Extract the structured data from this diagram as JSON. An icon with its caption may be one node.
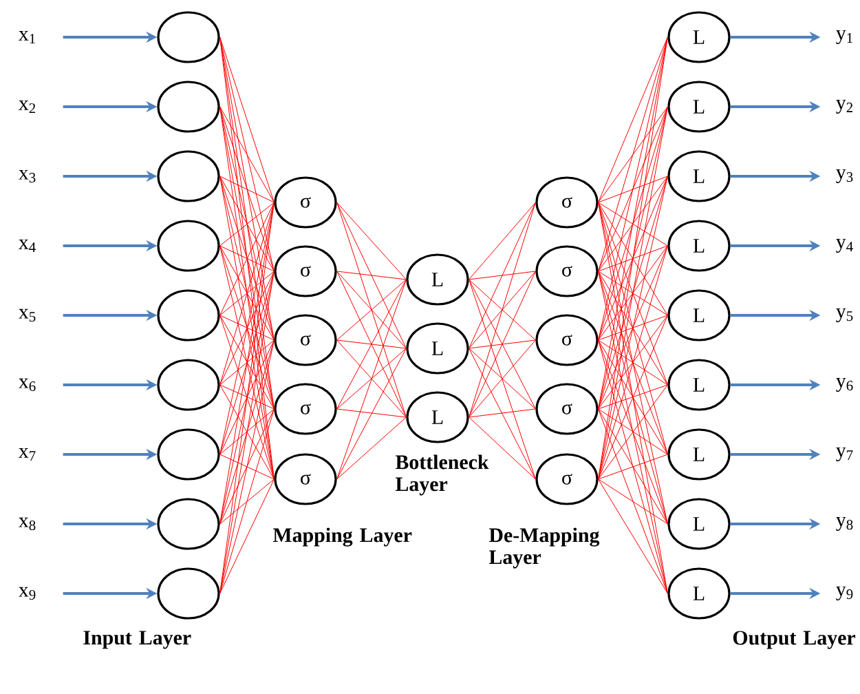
{
  "diagram": {
    "nodes": [
      {
        "text": [
          "x$_{1}$"
        ]
      },
      {
        "text": [
          "x$_{2}$"
        ]
      },
      {
        "text": [
          "x$_{3}$"
        ]
      },
      {
        "text": [
          "x$_{4}$"
        ]
      },
      {
        "text": [
          "x$_{5}$"
        ]
      },
      {
        "text": [
          "x$_{6}$"
        ]
      },
      {
        "text": [
          "x$_{7}$"
        ]
      },
      {
        "text": [
          "x$_{8}$"
        ]
      },
      {
        "text": [
          "x$_{9}$"
        ]
      },
      {
        "text": [],
        "shape": "circle"
      },
      {
        "text": [],
        "shape": "circle"
      },
      {
        "text": [],
        "shape": "circle"
      },
      {
        "text": [],
        "shape": "circle"
      },
      {
        "text": [],
        "shape": "circle"
      },
      {
        "text": [],
        "shape": "circle"
      },
      {
        "text": [],
        "shape": "circle"
      },
      {
        "text": [],
        "shape": "circle"
      },
      {
        "text": [],
        "shape": "circle"
      },
      {
        "text": [
          "σ"
        ]
      },
      {
        "text": [
          "σ"
        ]
      },
      {
        "text": [
          "σ"
        ]
      },
      {
        "text": [
          "σ"
        ]
      },
      {
        "text": [
          "σ"
        ]
      },
      {
        "text": [
          "L"
        ]
      },
      {
        "text": [
          "L"
        ]
      },
      {
        "text": [
          "L"
        ]
      },
      {
        "text": [
          "σ"
        ]
      },
      {
        "text": [
          "σ"
        ]
      },
      {
        "text": [
          "σ"
        ]
      },
      {
        "text": [
          "σ"
        ]
      },
      {
        "text": [
          "σ"
        ]
      },
      {
        "text": [
          "L"
        ]
      },
      {
        "text": [
          "L"
        ]
      },
      {
        "text": [
          "L"
        ]
      },
      {
        "text": [
          "L"
        ]
      },
      {
        "text": [
          "L"
        ]
      },
      {
        "text": [
          "L"
        ]
      },
      {
        "text": [
          "L"
        ]
      },
      {
        "text": [
          "L"
        ]
      },
      {
        "text": [
          "L"
        ]
      },
      {
        "text": [
          "y$_{1}$"
        ]
      },
      {
        "text": [
          "y$_{2}$"
        ]
      },
      {
        "text": [
          "y$_{3}$"
        ]
      },
      {
        "text": [
          "y$_{4}$"
        ]
      },
      {
        "text": [
          "y$_{5}$"
        ]
      },
      {
        "text": [
          "y$_{6}$"
        ]
      },
      {
        "text": [
          "y$_{7}$"
        ]
      },
      {
        "text": [
          "y$_{8}$"
        ]
      },
      {
        "text": [
          "y$_{9}$"
        ]
      }
    ],
    "edges": [
      {
        "from": 0,
        "to": 9,
        "arrow": "to",
        "style": "thick",
        "color": "#4f81bd"
      },
      {
        "from": 1,
        "to": 10,
        "arrow": "to",
        "style": "thick",
        "color": "#4f81bd"
      },
      {
        "from": 2,
        "to": 11,
        "arrow": "to",
        "style": "thick",
        "color": "#4f81bd"
      },
      {
        "from": 3,
        "to": 12,
        "arrow": "to",
        "style": "thick",
        "color": "#4f81bd"
      },
      {
        "from": 4,
        "to": 13,
        "arrow": "to",
        "style": "thick",
        "color": "#4f81bd"
      },
      {
        "from": 5,
        "to": 14,
        "arrow": "to",
        "style": "thick",
        "color": "#4f81bd"
      },
      {
        "from": 6,
        "to": 15,
        "arrow": "to",
        "style": "thick",
        "color": "#4f81bd"
      },
      {
        "from": 7,
        "to": 16,
        "arrow": "to",
        "style": "thick",
        "color": "#4f81bd"
      },
      {
        "from": 8,
        "to": 17,
        "arrow": "to",
        "style": "thick",
        "color": "#4f81bd"
      },
      {
        "from": 9,
        "to": 18,
        "arrow": "none"
      },
      {
        "from": 9,
        "to": 19,
        "arrow": "none"
      },
      {
        "from": 9,
        "to": 20,
        "arrow": "none"
      },
      {
        "from": 9,
        "to": 21,
        "arrow": "none"
      },
      {
        "from": 9,
        "to": 22,
        "arrow": "none"
      },
      {
        "from": 10,
        "to": 18,
        "arrow": "none"
      },
      {
        "from": 10,
        "to": 19,
        "arrow": "none"
      },
      {
        "from": 10,
        "to": 20,
        "arrow": "none"
      },
      {
        "from": 10,
        "to": 21,
        "arrow": "none"
      },
      {
        "from": 10,
        "to": 22,
        "arrow": "none"
      },
      {
        "from": 11,
        "to": 18,
        "arrow": "none"
      },
      {
        "from": 11,
        "to": 19,
        "arrow": "none"
      },
      {
        "from": 11,
        "to": 20,
        "arrow": "none"
      },
      {
        "from": 11,
        "to": 21,
        "arrow": "none"
      },
      {
        "from": 11,
        "to": 22,
        "arrow": "none"
      },
      {
        "from": 12,
        "to": 18,
        "arrow": "none"
      },
      {
        "from": 12,
        "to": 19,
        "arrow": "none"
      },
      {
        "from": 12,
        "to": 20,
        "arrow": "none"
      },
      {
        "from": 12,
        "to": 21,
        "arrow": "none"
      },
      {
        "from": 12,
        "to": 22,
        "arrow": "none"
      },
      {
        "from": 13,
        "to": 18,
        "arrow": "none"
      },
      {
        "from": 13,
        "to": 19,
        "arrow": "none"
      },
      {
        "from": 13,
        "to": 20,
        "arrow": "none"
      },
      {
        "from": 13,
        "to": 21,
        "arrow": "none"
      },
      {
        "from": 13,
        "to": 22,
        "arrow": "none"
      },
      {
        "from": 14,
        "to": 18,
        "arrow": "none"
      },
      {
        "from": 14,
        "to": 19,
        "arrow": "none"
      },
      {
        "from": 14,
        "to": 20,
        "arrow": "none"
      },
      {
        "from": 14,
        "to": 21,
        "arrow": "none"
      },
      {
        "from": 14,
        "to": 22,
        "arrow": "none"
      },
      {
        "from": 15,
        "to": 18,
        "arrow": "none"
      },
      {
        "from": 15,
        "to": 19,
        "arrow": "none"
      },
      {
        "from": 15,
        "to": 20,
        "arrow": "none"
      },
      {
        "from": 15,
        "to": 21,
        "arrow": "none"
      },
      {
        "from": 15,
        "to": 22,
        "arrow": "none"
      },
      {
        "from": 16,
        "to": 18,
        "arrow": "none"
      },
      {
        "from": 16,
        "to": 19,
        "arrow": "none"
      },
      {
        "from": 16,
        "to": 20,
        "arrow": "none"
      },
      {
        "from": 16,
        "to": 21,
        "arrow": "none"
      },
      {
        "from": 16,
        "to": 22,
        "arrow": "none"
      },
      {
        "from": 17,
        "to": 18,
        "arrow": "none"
      },
      {
        "from": 17,
        "to": 19,
        "arrow": "none"
      },
      {
        "from": 17,
        "to": 20,
        "arrow": "none"
      },
      {
        "from": 17,
        "to": 21,
        "arrow": "none"
      },
      {
        "from": 17,
        "to": 22,
        "arrow": "none"
      },
      {
        "from": 18,
        "to": 23,
        "arrow": "none"
      },
      {
        "from": 18,
        "to": 24,
        "arrow": "none"
      },
      {
        "from": 18,
        "to": 25,
        "arrow": "none"
      },
      {
        "from": 19,
        "to": 23,
        "arrow": "none"
      },
      {
        "from": 19,
        "to": 24,
        "arrow": "none"
      },
      {
        "from": 19,
        "to": 25,
        "arrow": "none"
      },
      {
        "from": 20,
        "to": 23,
        "arrow": "none"
      },
      {
        "from": 20,
        "to": 24,
        "arrow": "none"
      },
      {
        "from": 20,
        "to": 25,
        "arrow": "none"
      },
      {
        "from": 21,
        "to": 23,
        "arrow": "none"
      },
      {
        "from": 21,
        "to": 24,
        "arrow": "none"
      },
      {
        "from": 21,
        "to": 25,
        "arrow": "none"
      },
      {
        "from": 22,
        "to": 23,
        "arrow": "none"
      },
      {
        "from": 22,
        "to": 24,
        "arrow": "none"
      },
      {
        "from": 22,
        "to": 25,
        "arrow": "none"
      },
      {
        "from": 23,
        "to": 26,
        "arrow": "none"
      },
      {
        "from": 23,
        "to": 27,
        "arrow": "none"
      },
      {
        "from": 23,
        "to": 28,
        "arrow": "none"
      },
      {
        "from": 23,
        "to": 29,
        "arrow": "none"
      },
      {
        "from": 23,
        "to": 30,
        "arrow": "none"
      },
      {
        "from": 24,
        "to": 26,
        "arrow": "none"
      },
      {
        "from": 24,
        "to": 27,
        "arrow": "none"
      },
      {
        "from": 24,
        "to": 28,
        "arrow": "none"
      },
      {
        "from": 24,
        "to": 29,
        "arrow": "none"
      },
      {
        "from": 24,
        "to": 30,
        "arrow": "none"
      },
      {
        "from": 25,
        "to": 26,
        "arrow": "none"
      },
      {
        "from": 25,
        "to": 27,
        "arrow": "none"
      },
      {
        "from": 25,
        "to": 28,
        "arrow": "none"
      },
      {
        "from": 25,
        "to": 29,
        "arrow": "none"
      },
      {
        "from": 25,
        "to": 30,
        "arrow": "none"
      },
      {
        "from": 26,
        "to": 31,
        "arrow": "none"
      },
      {
        "from": 26,
        "to": 32,
        "arrow": "none"
      },
      {
        "from": 26,
        "to": 33,
        "arrow": "none"
      },
      {
        "from": 26,
        "to": 34,
        "arrow": "none"
      },
      {
        "from": 26,
        "to": 35,
        "arrow": "none"
      },
      {
        "from": 26,
        "to": 36,
        "arrow": "none"
      },
      {
        "from": 26,
        "to": 37,
        "arrow": "none"
      },
      {
        "from": 26,
        "to": 38,
        "arrow": "none"
      },
      {
        "from": 26,
        "to": 39,
        "arrow": "none"
      },
      {
        "from": 27,
        "to": 31,
        "arrow": "none"
      },
      {
        "from": 27,
        "to": 32,
        "arrow": "none"
      },
      {
        "from": 27,
        "to": 33,
        "arrow": "none"
      },
      {
        "from": 27,
        "to": 34,
        "arrow": "none"
      },
      {
        "from": 27,
        "to": 35,
        "arrow": "none"
      },
      {
        "from": 27,
        "to": 36,
        "arrow": "none"
      },
      {
        "from": 27,
        "to": 37,
        "arrow": "none"
      },
      {
        "from": 27,
        "to": 38,
        "arrow": "none"
      },
      {
        "from": 27,
        "to": 39,
        "arrow": "none"
      },
      {
        "from": 28,
        "to": 31,
        "arrow": "none"
      },
      {
        "from": 28,
        "to": 32,
        "arrow": "none"
      },
      {
        "from": 28,
        "to": 33,
        "arrow": "none"
      },
      {
        "from": 28,
        "to": 34,
        "arrow": "none"
      },
      {
        "from": 28,
        "to": 35,
        "arrow": "none"
      },
      {
        "from": 28,
        "to": 36,
        "arrow": "none"
      },
      {
        "from": 28,
        "to": 37,
        "arrow": "none"
      },
      {
        "from": 28,
        "to": 38,
        "arrow": "none"
      },
      {
        "from": 28,
        "to": 39,
        "arrow": "none"
      },
      {
        "from": 29,
        "to": 31,
        "arrow": "none"
      },
      {
        "from": 29,
        "to": 32,
        "arrow": "none"
      },
      {
        "from": 29,
        "to": 33,
        "arrow": "none"
      },
      {
        "from": 29,
        "to": 34,
        "arrow": "none"
      },
      {
        "from": 29,
        "to": 35,
        "arrow": "none"
      },
      {
        "from": 29,
        "to": 36,
        "arrow": "none"
      },
      {
        "from": 29,
        "to": 37,
        "arrow": "none"
      },
      {
        "from": 29,
        "to": 38,
        "arrow": "none"
      },
      {
        "from": 29,
        "to": 39,
        "arrow": "none"
      },
      {
        "from": 30,
        "to": 31,
        "arrow": "none"
      },
      {
        "from": 30,
        "to": 32,
        "arrow": "none"
      },
      {
        "from": 30,
        "to": 33,
        "arrow": "none"
      },
      {
        "from": 30,
        "to": 34,
        "arrow": "none"
      },
      {
        "from": 30,
        "to": 35,
        "arrow": "none"
      },
      {
        "from": 30,
        "to": 36,
        "arrow": "none"
      },
      {
        "from": 30,
        "to": 37,
        "arrow": "none"
      },
      {
        "from": 30,
        "to": 38,
        "arrow": "none"
      },
      {
        "from": 30,
        "to": 39,
        "arrow": "none"
      },
      {
        "from": 31,
        "to": 40,
        "arrow": "to",
        "style": "thick",
        "color": "#4f81bd"
      },
      {
        "from": 32,
        "to": 41,
        "arrow": "to",
        "style": "thick",
        "color": "#4f81bd"
      },
      {
        "from": 33,
        "to": 42,
        "arrow": "to",
        "style": "thick",
        "color": "#4f81bd"
      },
      {
        "from": 34,
        "to": 43,
        "arrow": "to",
        "style": "thick",
        "color": "#4f81bd"
      },
      {
        "from": 35,
        "to": 44,
        "arrow": "to",
        "style": "thick",
        "color": "#4f81bd"
      },
      {
        "from": 36,
        "to": 45,
        "arrow": "to",
        "style": "thick",
        "color": "#4f81bd"
      },
      {
        "from": 37,
        "to": 46,
        "arrow": "to",
        "style": "thick",
        "color": "#4f81bd"
      },
      {
        "from": 38,
        "to": 47,
        "arrow": "to",
        "style": "thick",
        "color": "#4f81bd"
      },
      {
        "from": 39,
        "to": 48,
        "arrow": "to",
        "style": "thick",
        "color": "#4f81bd"
      }
    ],
    "labels": [
      "Input Layer",
      "Mapping Layer",
      "Bottleneck Layer",
      "De-Mapping Layer",
      "Output Layer"
    ]
  }
}
